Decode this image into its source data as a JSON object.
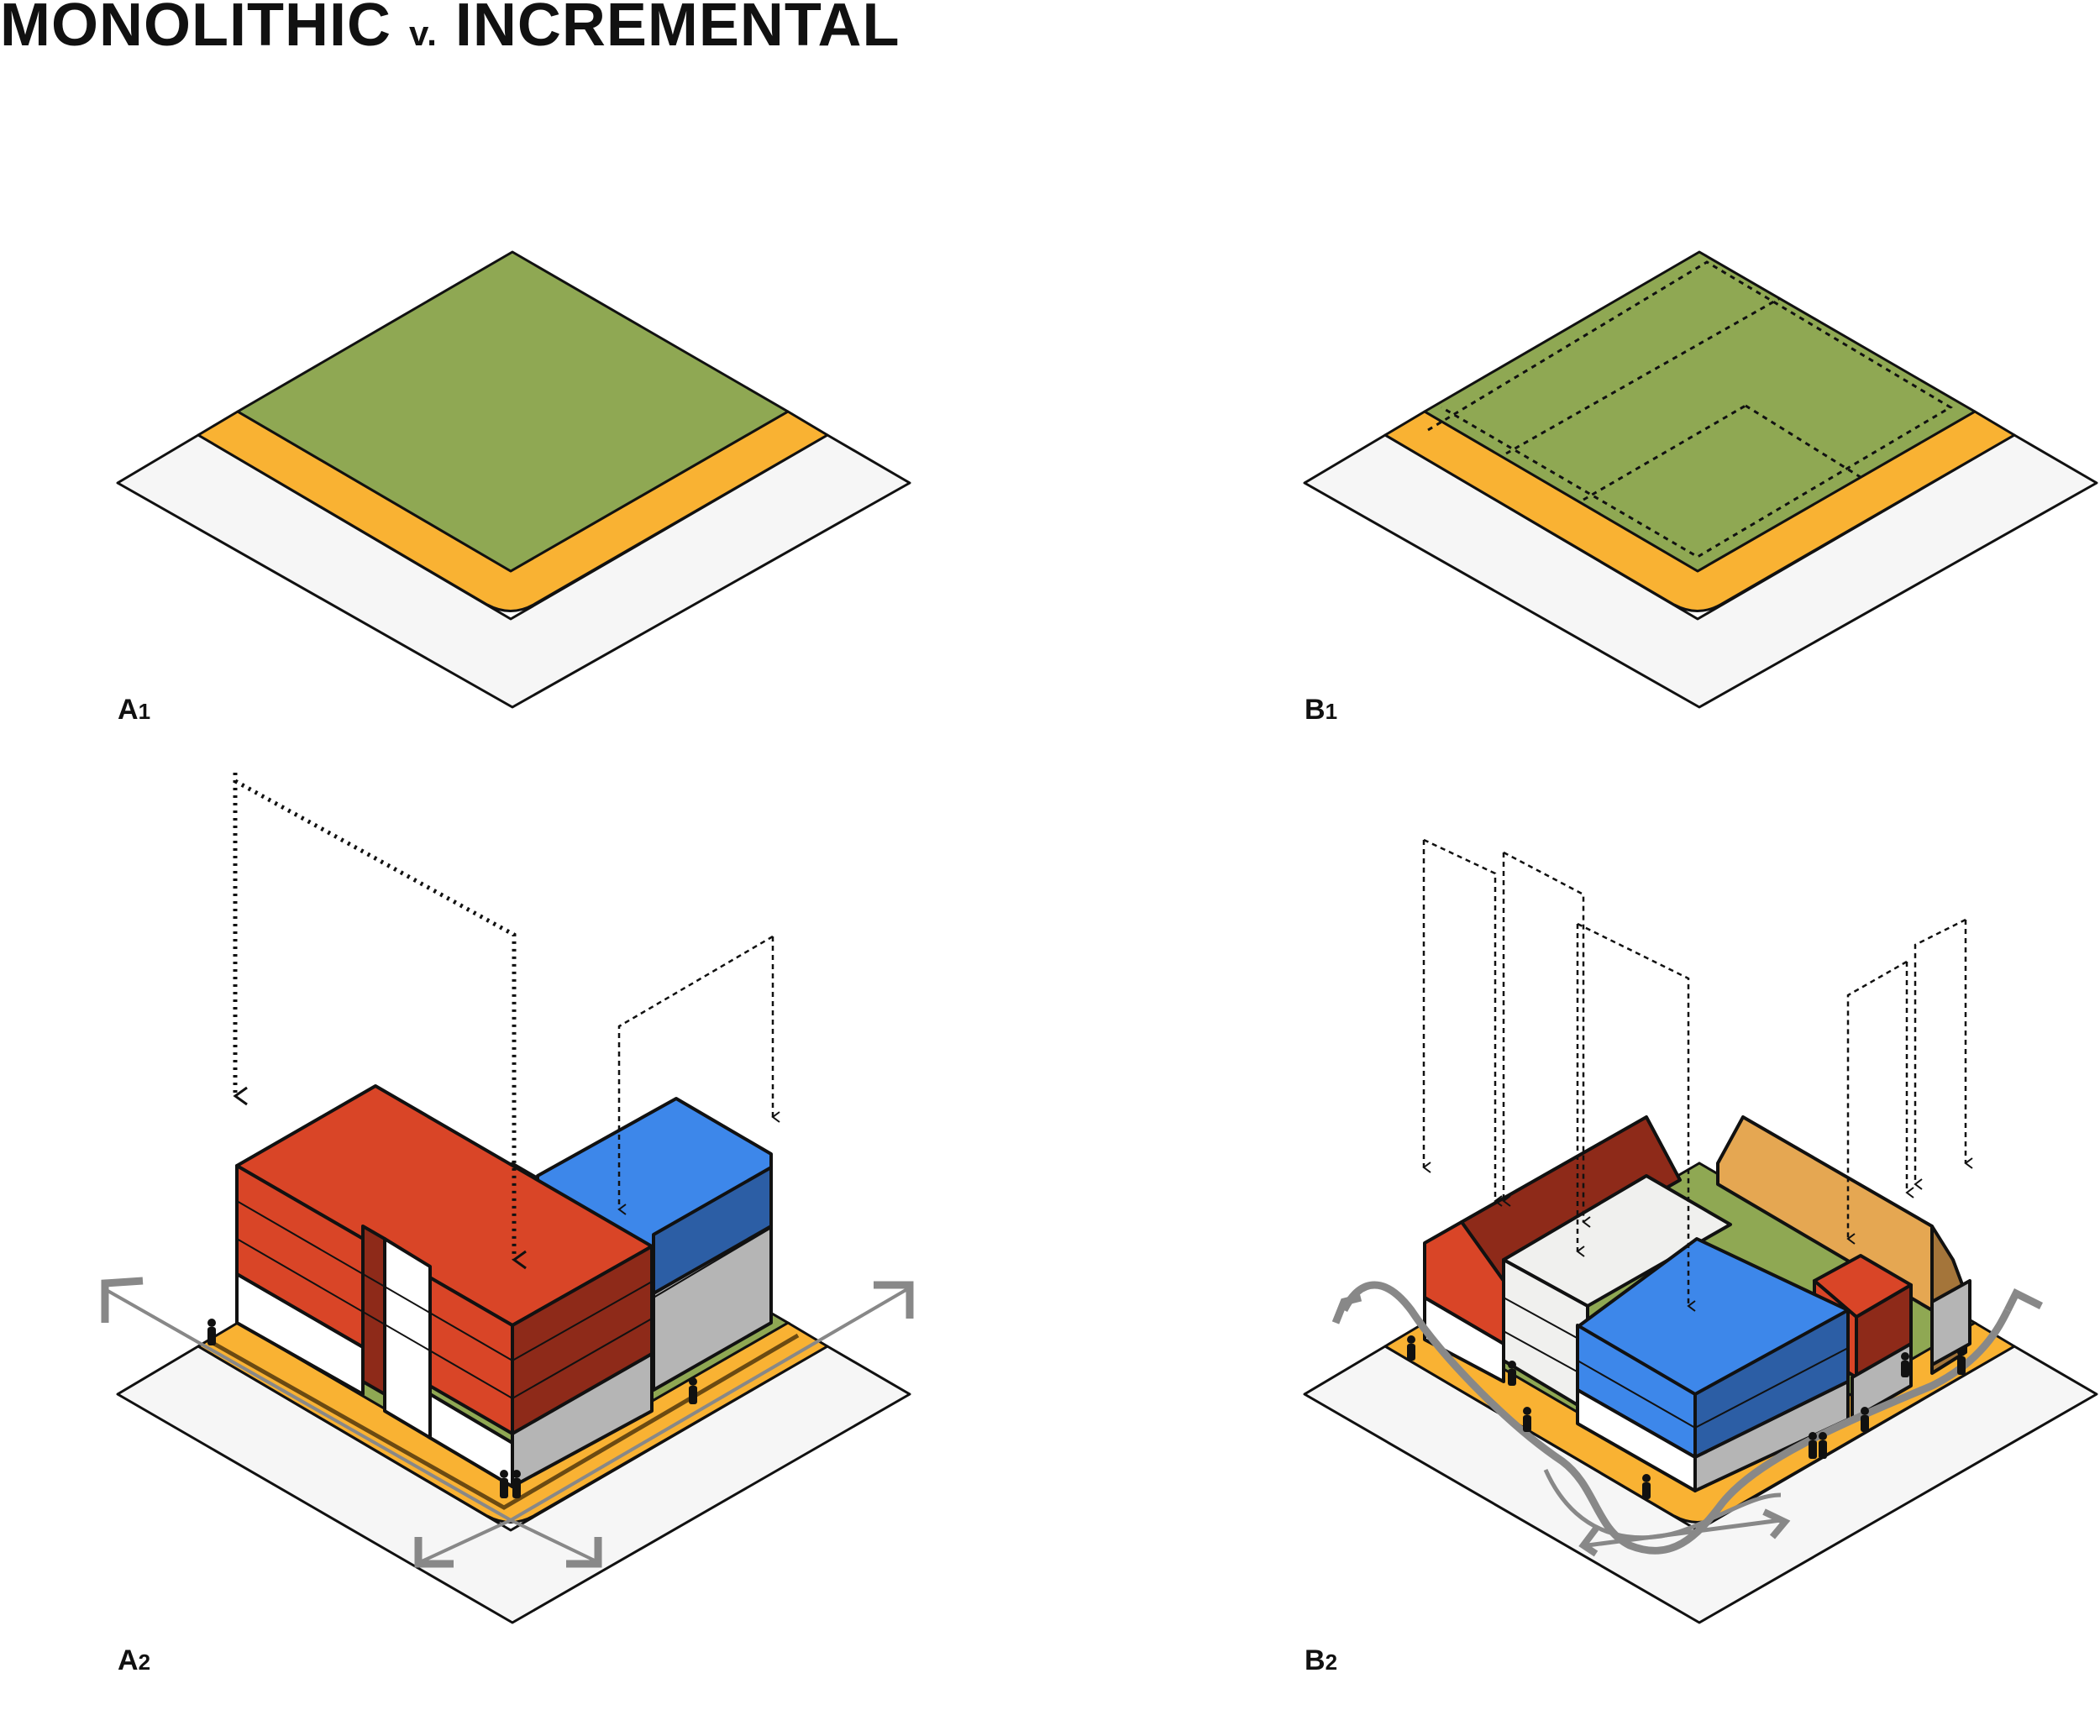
{
  "title": {
    "main_left": "MONOLITHIC",
    "connector": "v.",
    "main_right": "INCREMENTAL"
  },
  "panels": [
    {
      "id": "a1",
      "letter": "A",
      "number": "1"
    },
    {
      "id": "b1",
      "letter": "B",
      "number": "1"
    },
    {
      "id": "a2",
      "letter": "A",
      "number": "2"
    },
    {
      "id": "b2",
      "letter": "B",
      "number": "2"
    }
  ],
  "colors": {
    "lot_green": "#8fa853",
    "sidewalk_orange": "#f9b233",
    "street_grey": "#f6f6f6",
    "red_block": "#d94527",
    "red_block_side": "#8e2a19",
    "blue_block": "#3d87ea",
    "blue_block_side": "#2c5ea5",
    "grey_base": "#b5b5b5",
    "white_block": "#f0f0ee",
    "tan_block": "#e5a752",
    "tan_block_side": "#a4753a",
    "arrow_grey": "#8a8a8a",
    "outline": "#111111"
  }
}
